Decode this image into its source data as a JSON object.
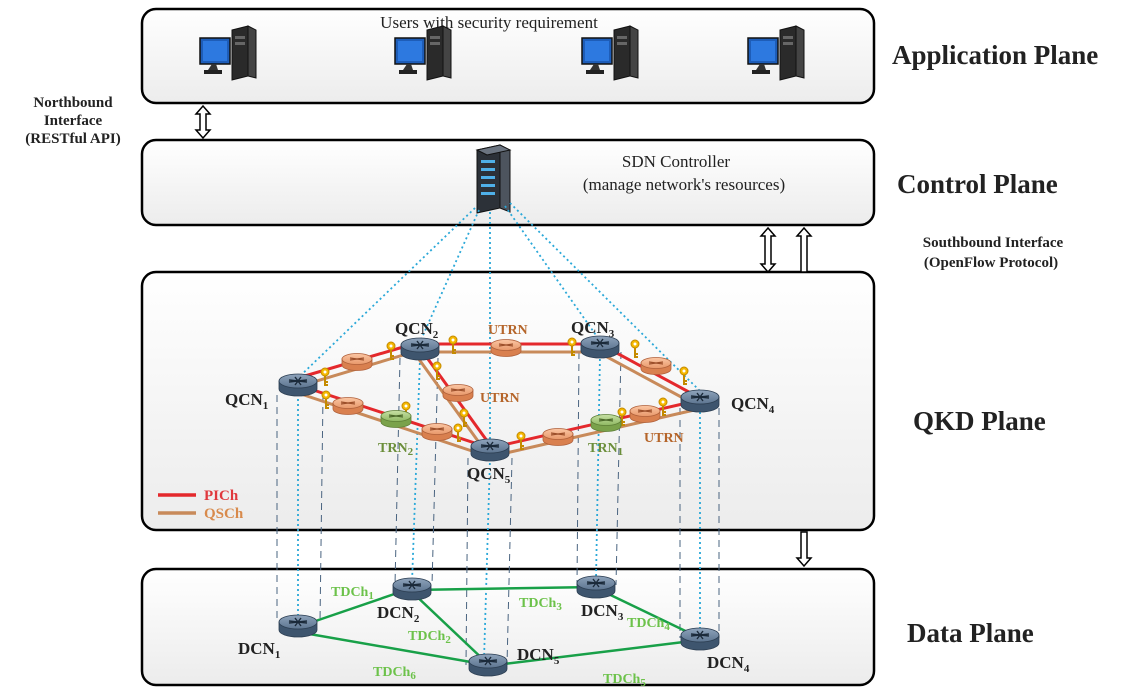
{
  "planes": {
    "application": "Application Plane",
    "control": "Control Plane",
    "qkd": "QKD Plane",
    "data": "Data Plane"
  },
  "application_box": {
    "caption": "Users with security requirement"
  },
  "control_box": {
    "line1": "SDN Controller",
    "line2": "(manage network's resources)"
  },
  "northbound": {
    "line1": "Northbound",
    "line2": "Interface",
    "line3": "(RESTful API)"
  },
  "southbound": {
    "line1": "Southbound Interface",
    "line2": "(OpenFlow Protocol)"
  },
  "qcn": {
    "prefix": "QCN",
    "subs": [
      "1",
      "2",
      "3",
      "4",
      "5"
    ]
  },
  "dcn": {
    "prefix": "DCN",
    "subs": [
      "1",
      "2",
      "3",
      "4",
      "5"
    ]
  },
  "relay": {
    "utrn": "UTRN",
    "trn": "TRN",
    "trn_subs": [
      "2",
      "1"
    ]
  },
  "tdch": {
    "prefix": "TDCh",
    "subs": [
      "1",
      "2",
      "3",
      "4",
      "5",
      "6"
    ]
  },
  "legend": {
    "pich": "PICh",
    "qsch": "QSCh"
  },
  "colors": {
    "pich": "#e4282c",
    "qsch": "#c88a5a",
    "tdch": "#18a048",
    "tdch_text": "#6cc24a",
    "control_link": "#2aa8d8",
    "utrn": "#b5652a",
    "trn": "#6b8e3a"
  },
  "icons": [
    "desktop-computer-icon",
    "server-tower-icon",
    "router-icon",
    "key-icon",
    "interface-arrow-icon"
  ]
}
